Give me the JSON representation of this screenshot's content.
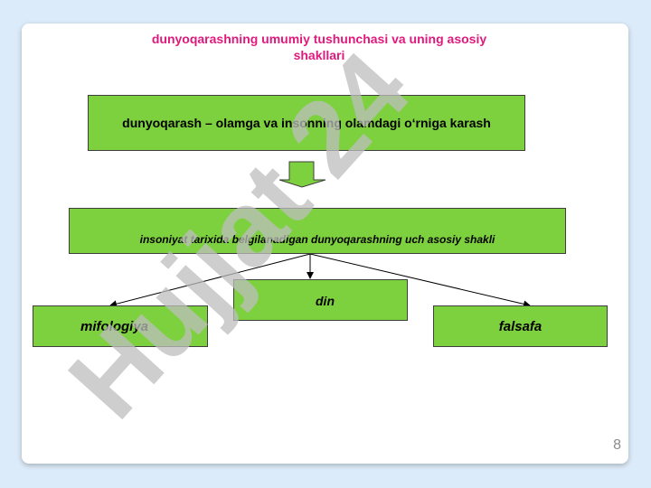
{
  "title": {
    "line1": "dunyoqarashning umumiy tushunchasi va uning asosiy",
    "line2": "shakllari"
  },
  "boxes": {
    "definition": "dunyoqarash – olamga va insonning olamdagi o‘rniga karash",
    "forms": "insoniyat tarixida belgilanadigan dunyoqarashning uch asosiy shakli",
    "din": "din",
    "mifologiya": "mifologiya",
    "falsafa": "falsafa"
  },
  "watermark": {
    "text": "Hujjat 24"
  },
  "page_number": "8",
  "colors": {
    "title": "#e0197d",
    "box_fill": "#7dd13e",
    "background": "#dcebf9"
  }
}
